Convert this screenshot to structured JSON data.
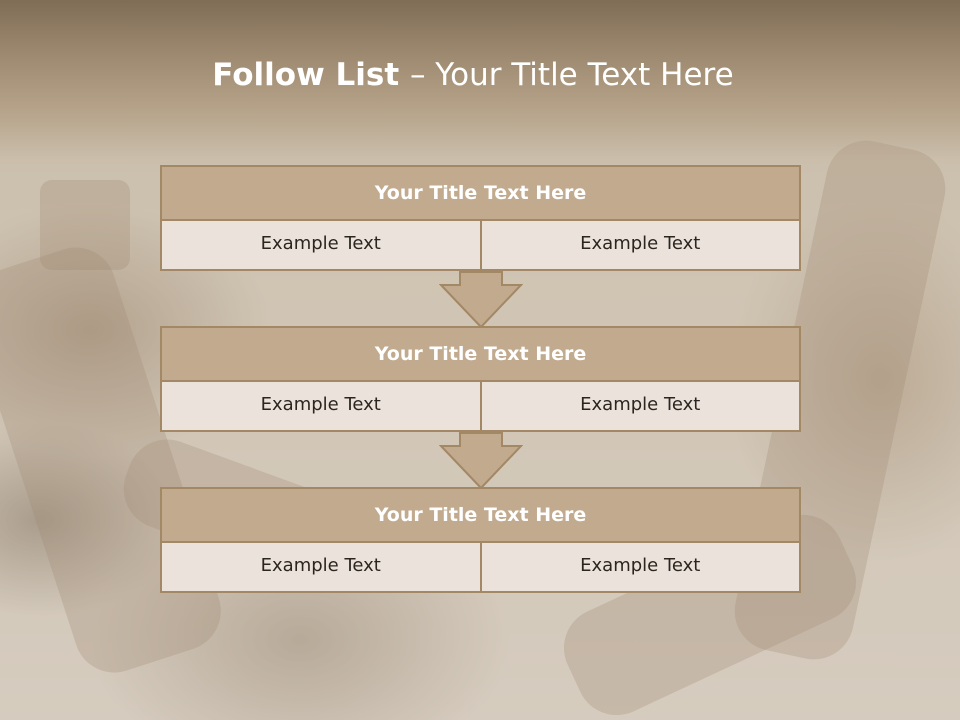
{
  "slide": {
    "title_bold": "Follow List ",
    "title_rest": " – Your Title Text Here"
  },
  "steps": [
    {
      "title": "Your Title Text Here",
      "left": "Example Text",
      "right": "Example Text"
    },
    {
      "title": "Your Title Text Here",
      "left": "Example Text",
      "right": "Example Text"
    },
    {
      "title": "Your Title Text Here",
      "left": "Example Text",
      "right": "Example Text"
    }
  ],
  "colors": {
    "header_fill": "#c2aa8e",
    "border": "#a38866",
    "cell_fill": "#ebe3db",
    "arrow_fill": "#c2aa8e"
  }
}
